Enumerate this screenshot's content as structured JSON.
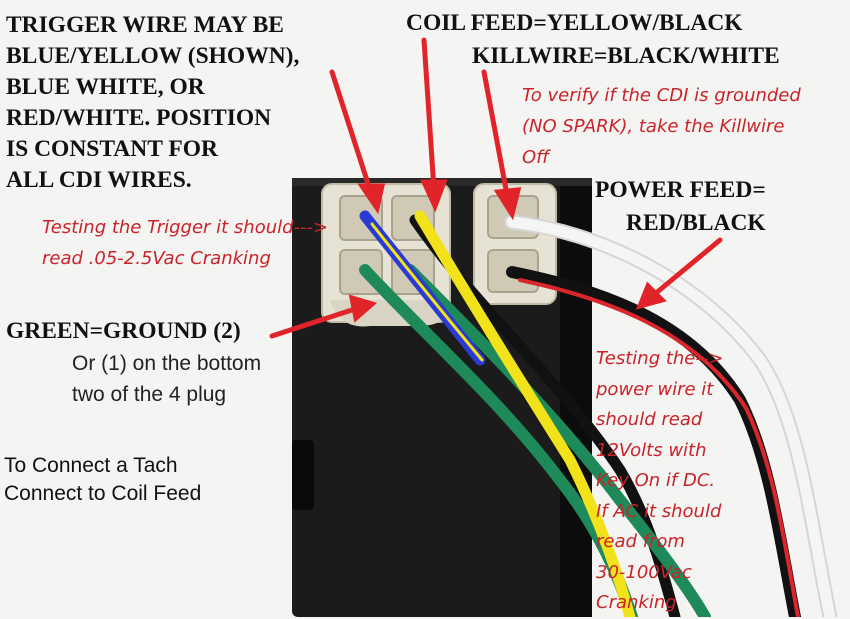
{
  "labels": {
    "trigger_note": [
      "TRIGGER WIRE MAY BE",
      "BLUE/YELLOW (SHOWN),",
      "BLUE WHITE, OR",
      "RED/WHITE. POSITION",
      "IS CONSTANT FOR",
      "ALL CDI WIRES."
    ],
    "coil_feed": "COIL FEED=YELLOW/BLACK",
    "killwire": "KILLWIRE=BLACK/WHITE",
    "killwire_note": [
      "To verify if the CDI is grounded",
      "(NO SPARK), take the Killwire",
      "Off"
    ],
    "power_feed": [
      "POWER FEED=",
      "RED/BLACK"
    ],
    "trigger_test": [
      "Testing the Trigger it should--->",
      "read .05-2.5Vac Cranking"
    ],
    "ground": "GREEN=GROUND (2)",
    "ground_note": [
      "Or (1) on the bottom",
      "two of the 4 plug"
    ],
    "tach_note": [
      "To Connect a Tach",
      "Connect to Coil Feed"
    ],
    "power_test": [
      "Testing the-->",
      "power wire it",
      "should read",
      "12Volts with",
      "Key On if DC.",
      "If AC it should",
      "read from",
      "30-100Vac",
      "Cranking"
    ]
  },
  "colors": {
    "annotation_red": "#c8242a",
    "arrow_red": "#e0242a",
    "cdi_body": "#1b1b1b",
    "connector": "#e6e2d4",
    "wire_blue": "#2a3ad4",
    "wire_yellow": "#f2e21a",
    "wire_green": "#1e8a5a",
    "wire_black": "#111111",
    "wire_red": "#d8262c",
    "wire_white": "#f5f5f5"
  }
}
